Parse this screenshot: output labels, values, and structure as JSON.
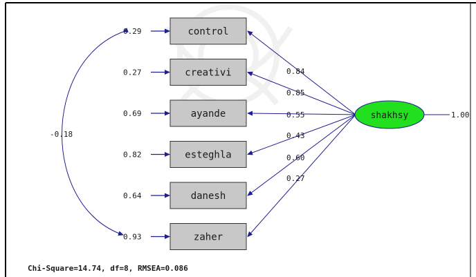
{
  "latent": {
    "label": "shakhsy",
    "variance": "1.00",
    "fill": "#22e01e"
  },
  "indicators": [
    {
      "label": "control",
      "error": "0.29",
      "loading": "0.84"
    },
    {
      "label": "creativi",
      "error": "0.27",
      "loading": "0.85"
    },
    {
      "label": "ayande",
      "error": "0.69",
      "loading": "0.55"
    },
    {
      "label": "esteghla",
      "error": "0.82",
      "loading": "0.43"
    },
    {
      "label": "danesh",
      "error": "0.64",
      "loading": "0.60"
    },
    {
      "label": "zaher",
      "error": "0.93",
      "loading": "0.27"
    }
  ],
  "error_covariance": {
    "value": "-0.18",
    "between": [
      "control",
      "zaher"
    ]
  },
  "fit_stats": "Chi-Square=14.74, df=8,  RMSEA=0.086",
  "colors": {
    "path": "#1f1f8f",
    "box_fill": "#c8c8c8",
    "box_stroke": "#333333"
  }
}
